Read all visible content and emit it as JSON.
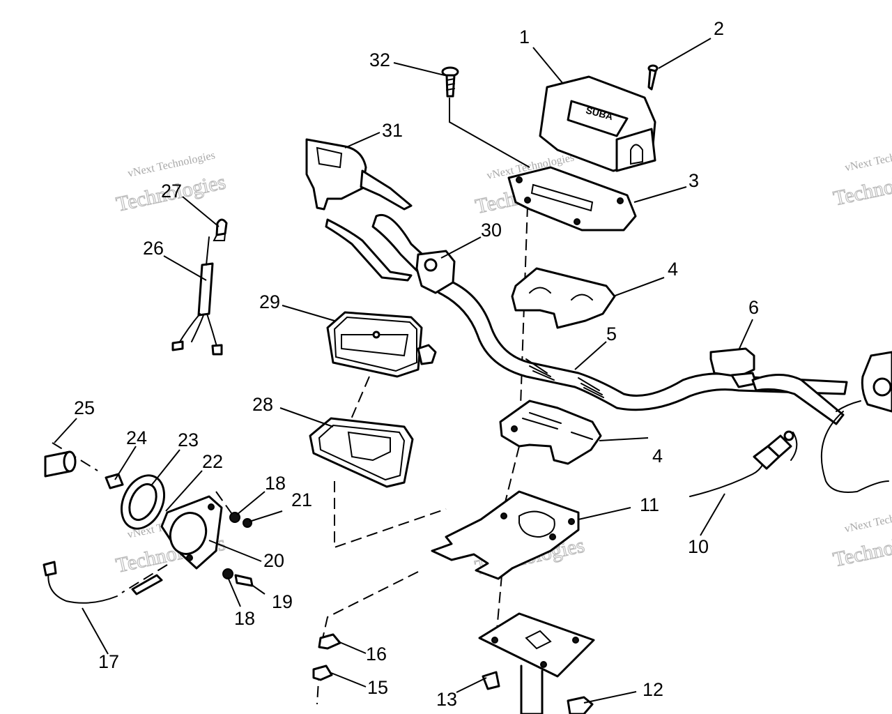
{
  "diagram": {
    "callouts": [
      "1",
      "2",
      "3",
      "4",
      "4",
      "5",
      "6",
      "10",
      "11",
      "12",
      "13",
      "15",
      "16",
      "17",
      "18",
      "18",
      "19",
      "20",
      "21",
      "22",
      "23",
      "24",
      "25",
      "26",
      "27",
      "28",
      "29",
      "30",
      "31",
      "32"
    ],
    "watermark": {
      "line1": "vNext Technologies",
      "line2": "Technologies",
      "line3": "vNext"
    },
    "meter_label": "SUBA"
  }
}
